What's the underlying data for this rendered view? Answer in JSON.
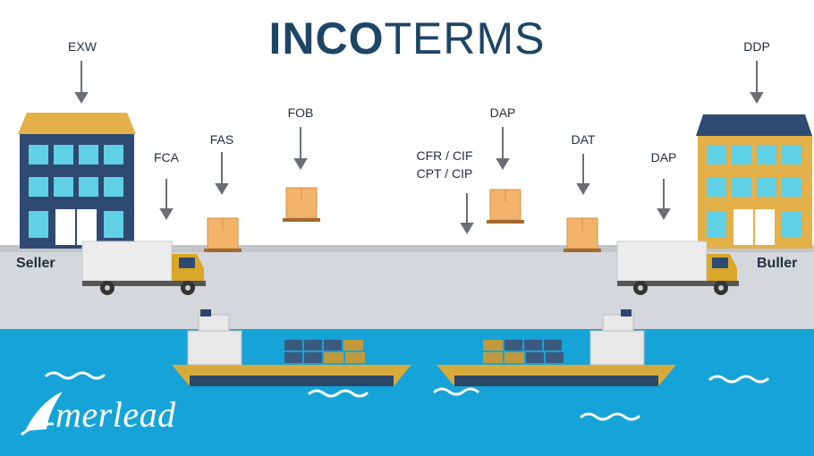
{
  "title": {
    "bold": "INCO",
    "light": "TERMS"
  },
  "terms": {
    "exw": "EXW",
    "fca": "FCA",
    "fas": "FAS",
    "fob": "FOB",
    "cfr_cif": "CFR / CIF",
    "cpt_cip": "CPT / CIP",
    "dap_center": "DAP",
    "dat": "DAT",
    "dap_right": "DAP",
    "ddp": "DDP"
  },
  "parties": {
    "seller": "Seller",
    "buyer": "Buller"
  },
  "logo": {
    "text": "merlead"
  },
  "colors": {
    "title": "#1e4566",
    "sea": "#16a4d8",
    "dock": "#d4d7db",
    "building_blue": "#2f4a72",
    "building_yellow": "#e3b04a",
    "truck_body": "#e9e9e9",
    "truck_cab": "#d9a828",
    "ship_hull_yellow": "#d6aa3b",
    "ship_hull_dark": "#2b4668",
    "box": "#f2b46a"
  }
}
